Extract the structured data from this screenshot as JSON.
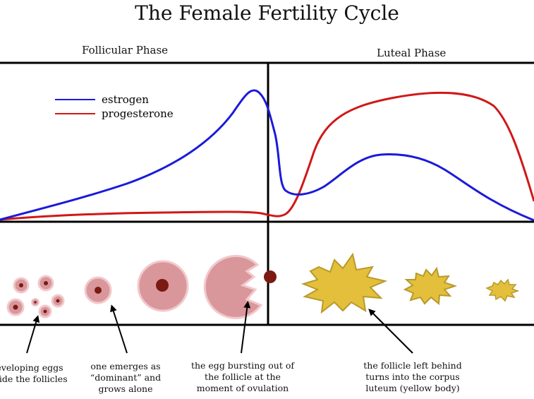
{
  "title": "The Female Fertility Cycle",
  "phases": {
    "follicular": "Follicular Phase",
    "luteal": "Luteal Phase"
  },
  "legend": [
    {
      "name": "estrogen",
      "color": "#1a1adb"
    },
    {
      "name": "progesterone",
      "color": "#d01818"
    }
  ],
  "colors": {
    "follicle_fill": "#d9979c",
    "follicle_stroke": "#f2c9cb",
    "egg": "#7a1a12",
    "corpus_fill": "#e3bf3c",
    "corpus_stroke": "#b89a2a",
    "axis": "#000000"
  },
  "captions": [
    {
      "lines": [
        "developing eggs",
        "inside the follicles"
      ]
    },
    {
      "lines": [
        "one emerges as",
        "“dominant” and",
        "grows alone"
      ]
    },
    {
      "lines": [
        "the egg bursting out of",
        "the follicle at the",
        "moment of ovulation"
      ]
    },
    {
      "lines": [
        "the follicle left behind",
        "turns into the corpus",
        "luteum (yellow body)"
      ]
    }
  ]
}
